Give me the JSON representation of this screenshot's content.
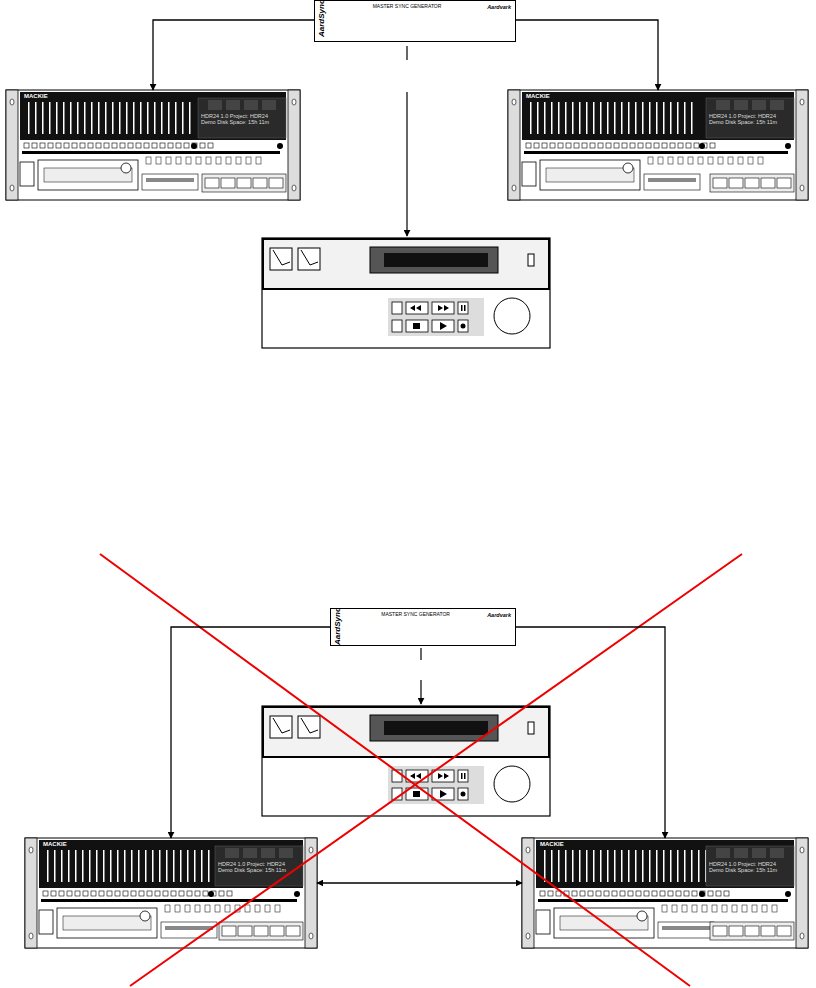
{
  "diagram": {
    "nodes": [
      {
        "text": [
          "AardSync",
          "MASTER SYNC GENERATOR",
          "Aardvark"
        ]
      },
      {
        "text": [
          "MACKIE",
          "HDR24 1.0 Project: HDR24 Demo Disk Space: 15h 11m"
        ]
      },
      {
        "text": [
          "MACKIE",
          "HDR24 1.0 Project: HDR24 Demo Disk Space: 15h 11m"
        ]
      },
      {
        "text": [
          "AardSync",
          "MASTER SYNC GENERATOR",
          "Aardvark"
        ]
      },
      {
        "text": [
          "MACKIE",
          "HDR24 1.0 Project: HDR24 Demo Disk Space: 15h 11m"
        ]
      },
      {
        "text": [
          "MACKIE",
          "HDR24 1.0 Project: HDR24 Demo Disk Space: 15h 11m"
        ]
      }
    ],
    "edges": [
      {
        "from": 0,
        "to": 1,
        "arrow": "to"
      },
      {
        "from": 0,
        "to": 2,
        "arrow": "to"
      },
      {
        "from": 3,
        "to": 4,
        "arrow": "to"
      },
      {
        "from": 3,
        "to": 5,
        "arrow": "to"
      },
      {
        "from": 4,
        "to": 5,
        "arrow": "both"
      }
    ]
  }
}
